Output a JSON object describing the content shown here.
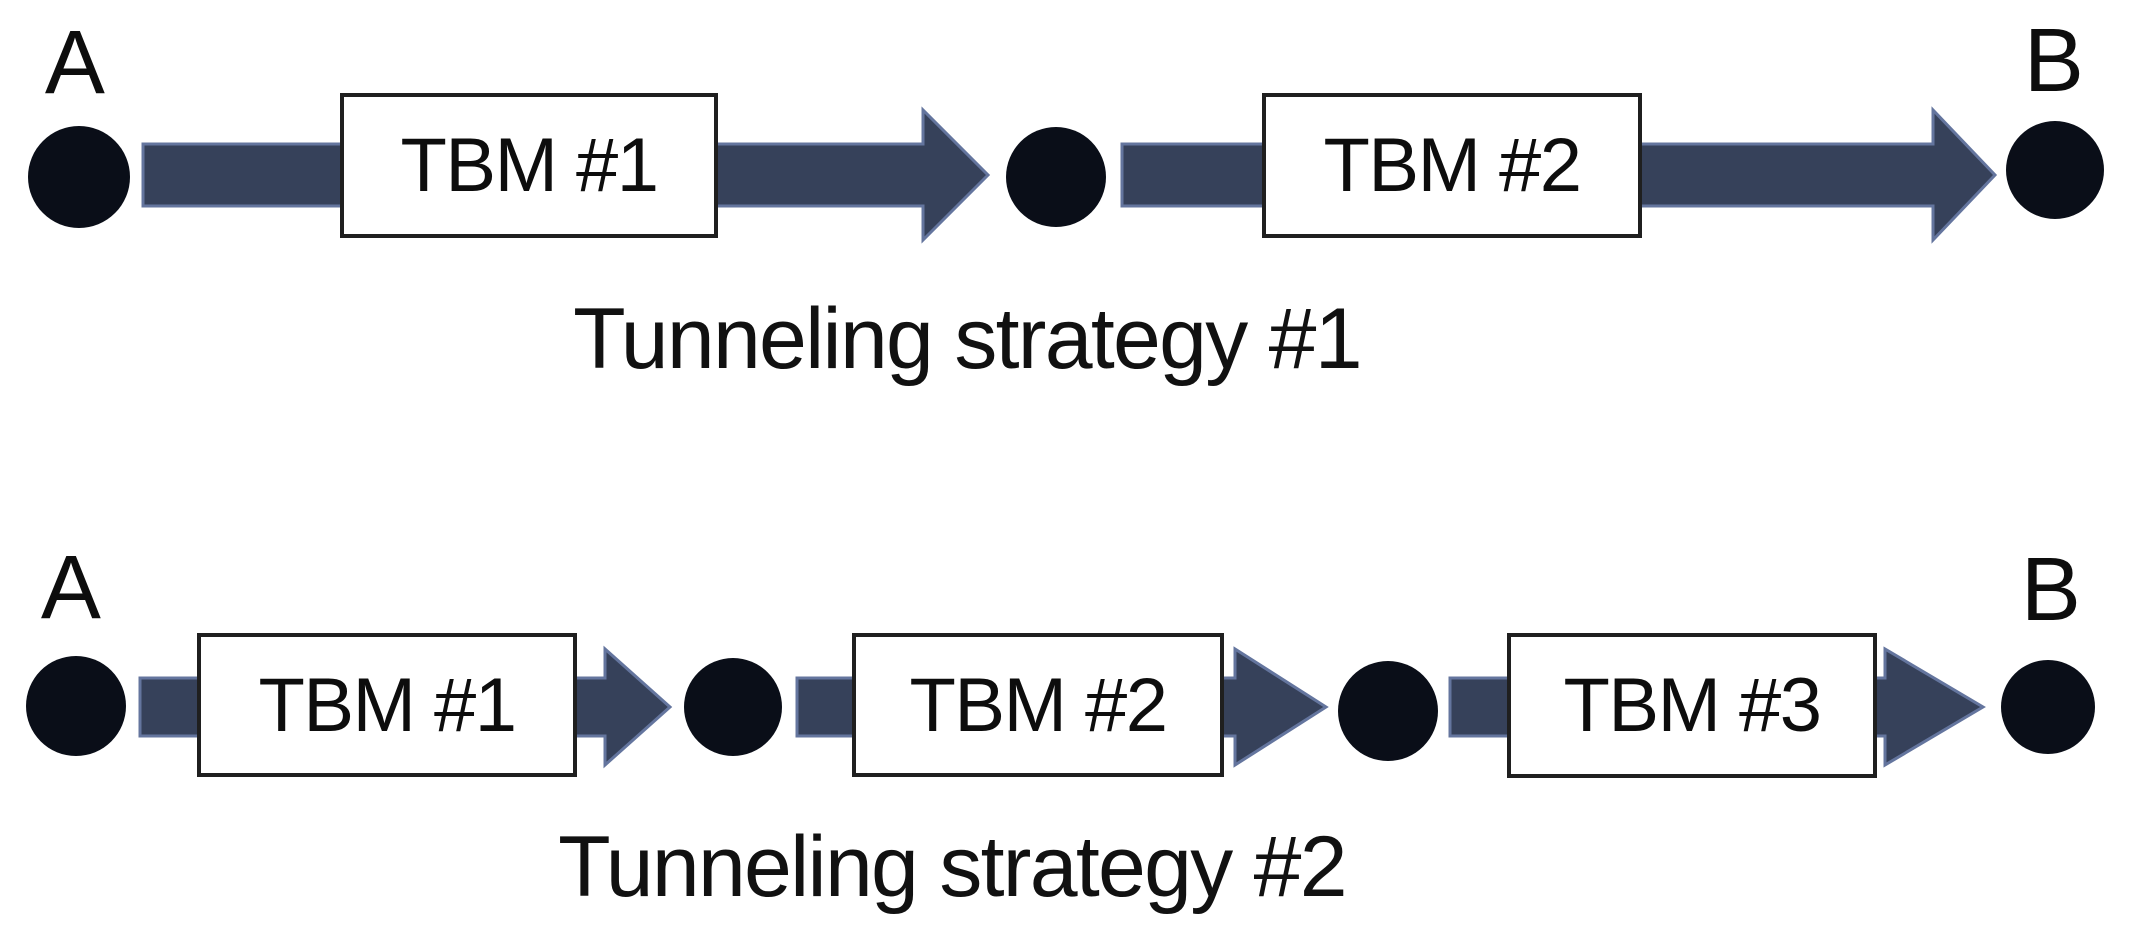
{
  "figure": {
    "description": "Two tunneling strategies between shaft A and shaft B using tunnel boring machines (TBMs)",
    "strategies": [
      {
        "caption": "Tunneling strategy #1",
        "start_label": "A",
        "end_label": "B",
        "tbm_labels": [
          "TBM #1",
          "TBM #2"
        ],
        "intermediate_shafts": 1
      },
      {
        "caption": "Tunneling strategy #2",
        "start_label": "A",
        "end_label": "B",
        "tbm_labels": [
          "TBM #1",
          "TBM #2",
          "TBM #3"
        ],
        "intermediate_shafts": 2
      }
    ]
  },
  "colors": {
    "background": "#FFFFFF",
    "arrow_fill": "#36415A",
    "arrow_outline": "#64759E",
    "shaft_node_fill": "#0A0E18",
    "box_background": "#FFFFFF",
    "box_border": "#1F1F1F",
    "text": "#0D0D0D"
  },
  "icons": {
    "arrow_icon": "right-block-arrow",
    "node_icon": "filled-circle"
  }
}
